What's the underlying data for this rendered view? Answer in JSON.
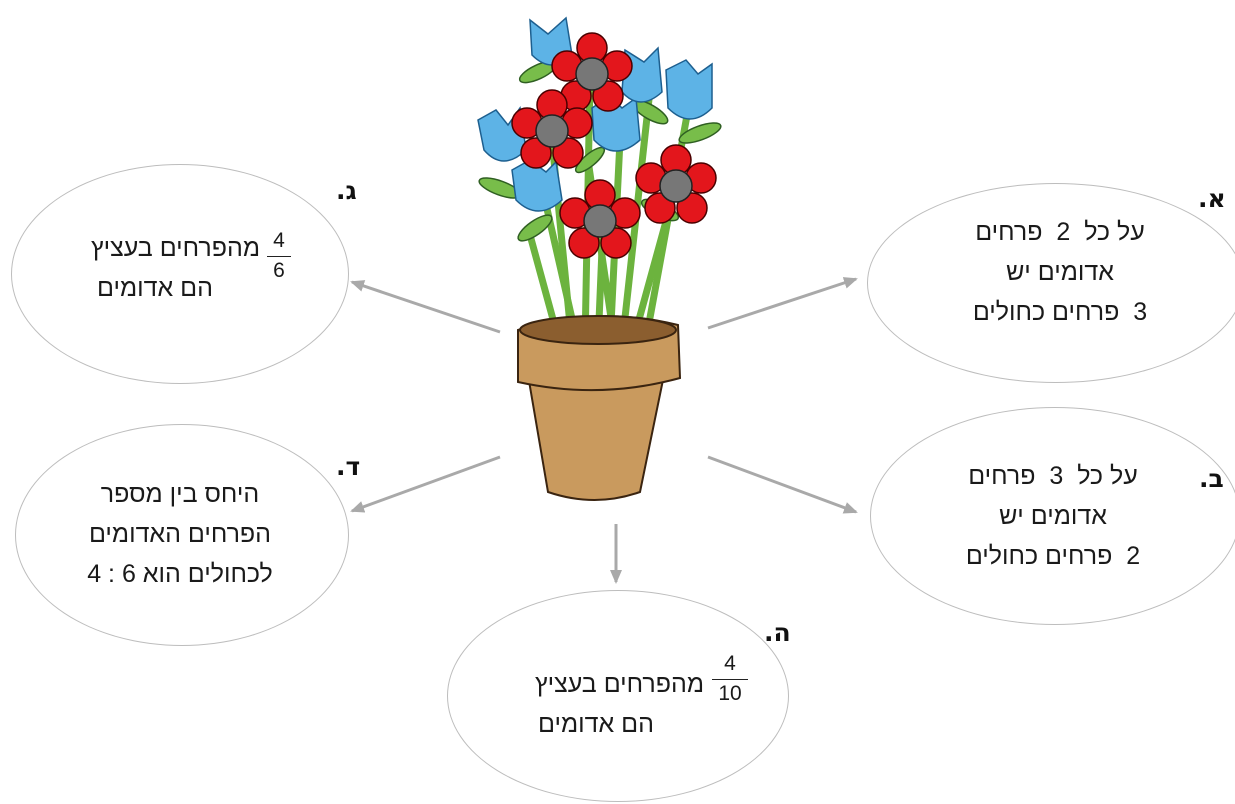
{
  "options": {
    "a": {
      "letter": "א.",
      "line1_pre": "על כל",
      "line1_num": "2",
      "line1_post": "פרחים",
      "line2": "אדומים יש",
      "line3_num": "3",
      "line3_post": "פרחים כחולים"
    },
    "b": {
      "letter": "ב.",
      "line1_pre": "על כל",
      "line1_num": "3",
      "line1_post": "פרחים",
      "line2": "אדומים יש",
      "line3_num": "2",
      "line3_post": "פרחים כחולים"
    },
    "g": {
      "letter": "ג.",
      "frac_num": "4",
      "frac_den": "6",
      "line1": "מהפרחים בעציץ",
      "line2": "הם אדומים"
    },
    "d": {
      "letter": "ד.",
      "line1": "היחס בין מספר",
      "line2": "הפרחים האדומים",
      "line3": "לכחולים הוא 6 : 4"
    },
    "h": {
      "letter": "ה.",
      "frac_num": "4",
      "frac_den": "10",
      "line1": "מהפרחים בעציץ",
      "line2": "הם אדומים"
    }
  },
  "colors": {
    "red_flower": "#e3161c",
    "blue_flower": "#5db3e6",
    "pot": "#c99a5e",
    "stem": "#6cb33e",
    "arrow": "#a9a9a9"
  }
}
